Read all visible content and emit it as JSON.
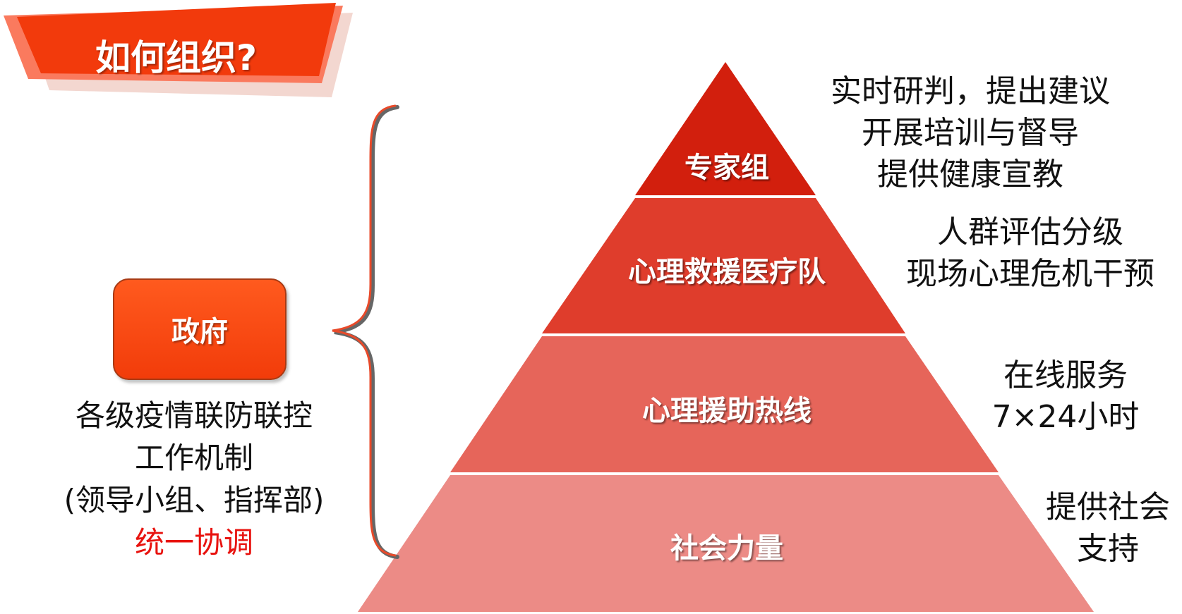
{
  "banner": {
    "title": "如何组织?"
  },
  "government": {
    "box_label": "政府",
    "lines": [
      "各级疫情联防联控",
      "工作机制",
      "(领导小组、指挥部)"
    ],
    "highlight": "统一协调"
  },
  "pyramid": {
    "tiers": [
      {
        "label": "专家组",
        "color": "#d21f0d",
        "description": [
          "实时研判，提出建议",
          "开展培训与督导",
          "提供健康宣教"
        ]
      },
      {
        "label": "心理救援医疗队",
        "color": "#df3d2c",
        "description": [
          "人群评估分级",
          "现场心理危机干预"
        ]
      },
      {
        "label": "心理援助热线",
        "color": "#e6655a",
        "description": [
          "在线服务",
          "7×24小时"
        ]
      },
      {
        "label": "社会力量",
        "color": "#ec8b86",
        "description": [
          "提供社会",
          "支持"
        ]
      }
    ]
  },
  "colors": {
    "banner": "#f23a0c",
    "banner_light": "#fa7a5e",
    "highlight": "#e8130f",
    "brace": "#e84a2a"
  }
}
